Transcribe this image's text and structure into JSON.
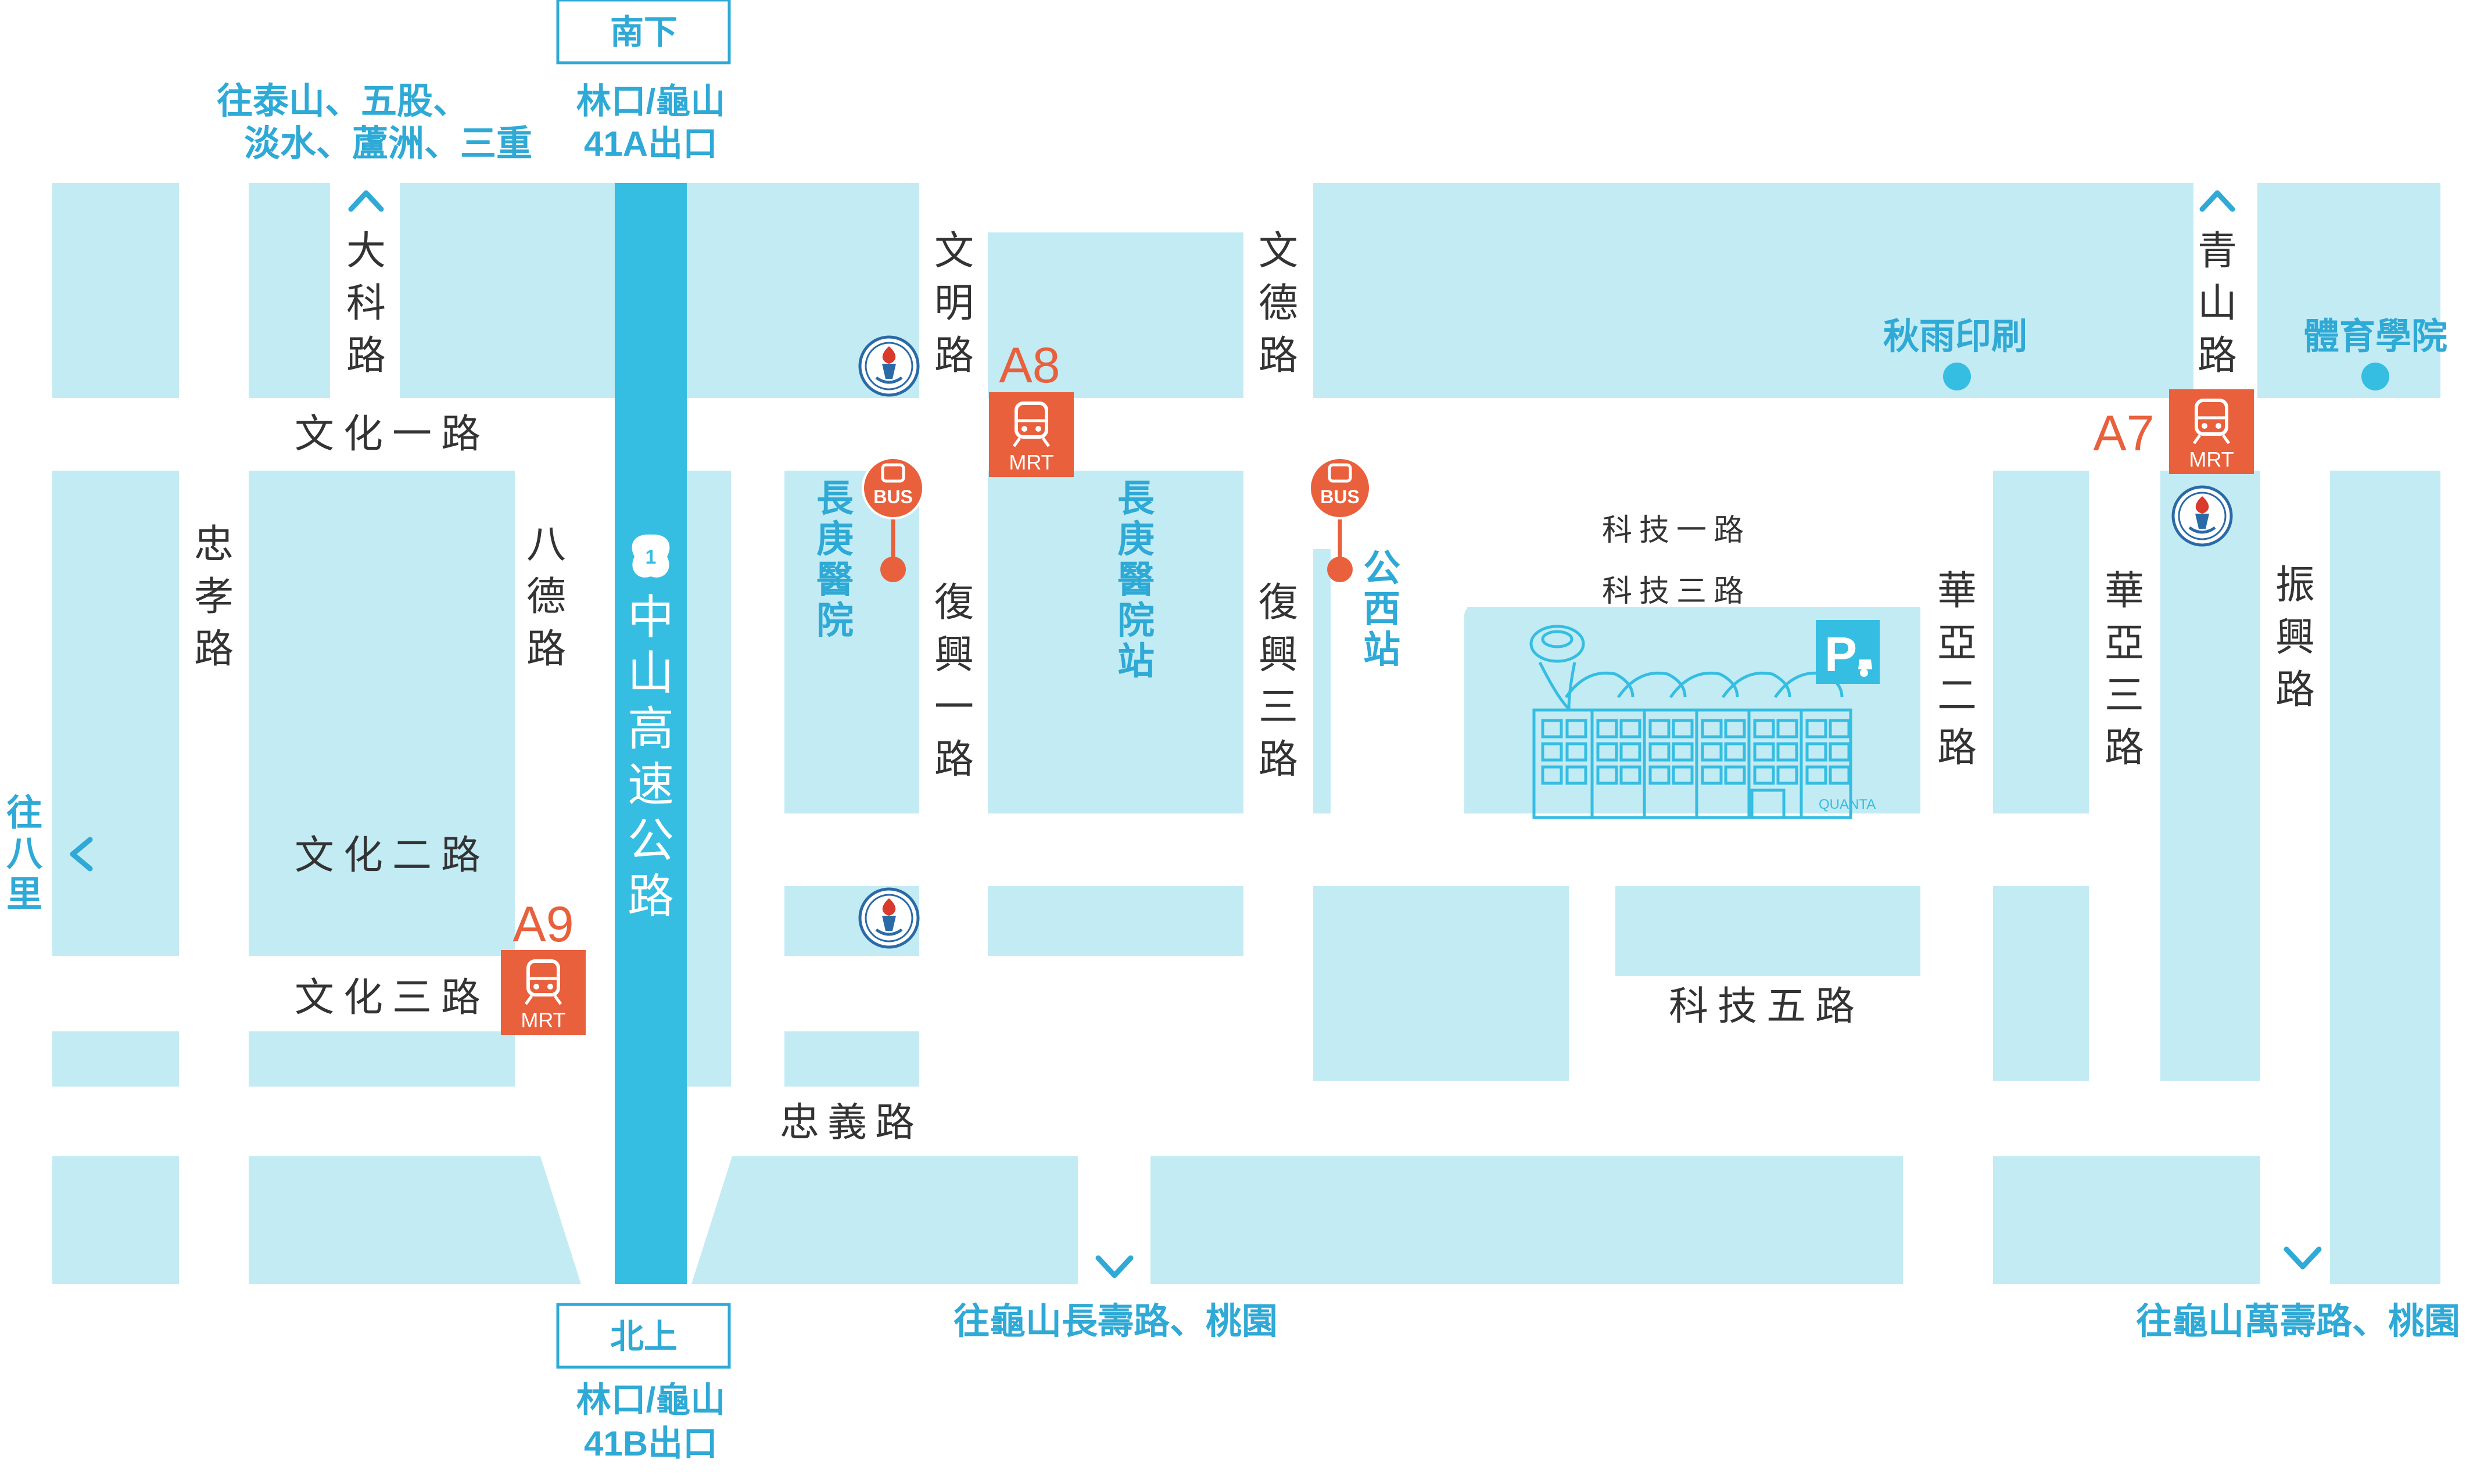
{
  "highway": {
    "name": "中山高速公路",
    "number": "1",
    "south_sign": "南下",
    "south_exit_line1": "林口/龜山",
    "south_exit_line2": "41A出口",
    "north_sign": "北上",
    "north_exit_line1": "林口/龜山",
    "north_exit_line2": "41B出口"
  },
  "directions": {
    "northwest_line1": "往泰山、五股、",
    "northwest_line2": "淡水、蘆洲、三重",
    "west": "往八里",
    "south_center": "往龜山長壽路、桃園",
    "south_east": "往龜山萬壽路、桃園"
  },
  "roads": {
    "wenhua1": "文化一路",
    "wenhua2": "文化二路",
    "wenhua3": "文化三路",
    "zhongxiao": "忠孝路",
    "bade": "八德路",
    "dake": "大科路",
    "wenming": "文明路",
    "wende": "文德路",
    "qingshan": "青山路",
    "fuxing1": "復興一路",
    "fuxing3": "復興三路",
    "keji1": "科技一路",
    "keji3": "科技三路",
    "keji5": "科技五路",
    "huaya2": "華亞二路",
    "huaya3": "華亞三路",
    "zhenxing": "振興路",
    "zhongyi": "忠義路"
  },
  "stations": {
    "a7": "A7",
    "a8": "A8",
    "a9": "A9",
    "mrt_label": "MRT",
    "bus_label": "BUS"
  },
  "places": {
    "changgeng_hospital": "長庚醫院",
    "changgeng_station": "長庚醫院站",
    "gongxi_station": "公西站",
    "qiuyu_printing": "秋雨印刷",
    "sports_college": "體育學院",
    "quanta": "QUANTA",
    "parking": "P"
  },
  "colors": {
    "block": "#c3ebf4",
    "highway": "#35bde2",
    "accent_text": "#2fa9d5",
    "mrt": "#e8603c"
  },
  "icons": [
    "highway-shield-icon",
    "mrt-train-icon",
    "bus-stop-icon",
    "school-torch-icon",
    "parking-icon",
    "scooter-icon",
    "building-icon",
    "arrow-icon"
  ]
}
